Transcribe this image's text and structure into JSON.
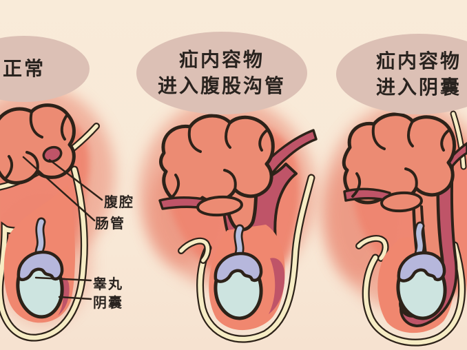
{
  "diagram_subject": "inguinal-hernia-stages",
  "panels": [
    {
      "stage": "normal",
      "title_lines": [
        "正常"
      ],
      "labels": [
        "腹腔",
        "肠管",
        "睾丸",
        "阴囊"
      ]
    },
    {
      "stage": "hernia-into-inguinal-canal",
      "title_lines": [
        "疝内容物",
        "进入腹股沟管"
      ]
    },
    {
      "stage": "hernia-into-scrotum",
      "title_lines": [
        "疝内容物",
        "进入阴囊"
      ]
    }
  ],
  "colors": {
    "background": "#f8e9d7",
    "bubble": "#dcc0b5",
    "text": "#29231f",
    "outline": "#2d2219",
    "intestine": "#ec8b73",
    "body_glow": "#e87a64",
    "body_fill": "#ef8570",
    "membrane_cream": "#f6ecc4",
    "canal_maroon": "#bf5468",
    "testicle_teal": "#cde4e0",
    "testicle_highlight": "#e9f3f0",
    "epididymis_lavender": "#b6b7dc",
    "cord_lavender": "#b6bedd"
  }
}
